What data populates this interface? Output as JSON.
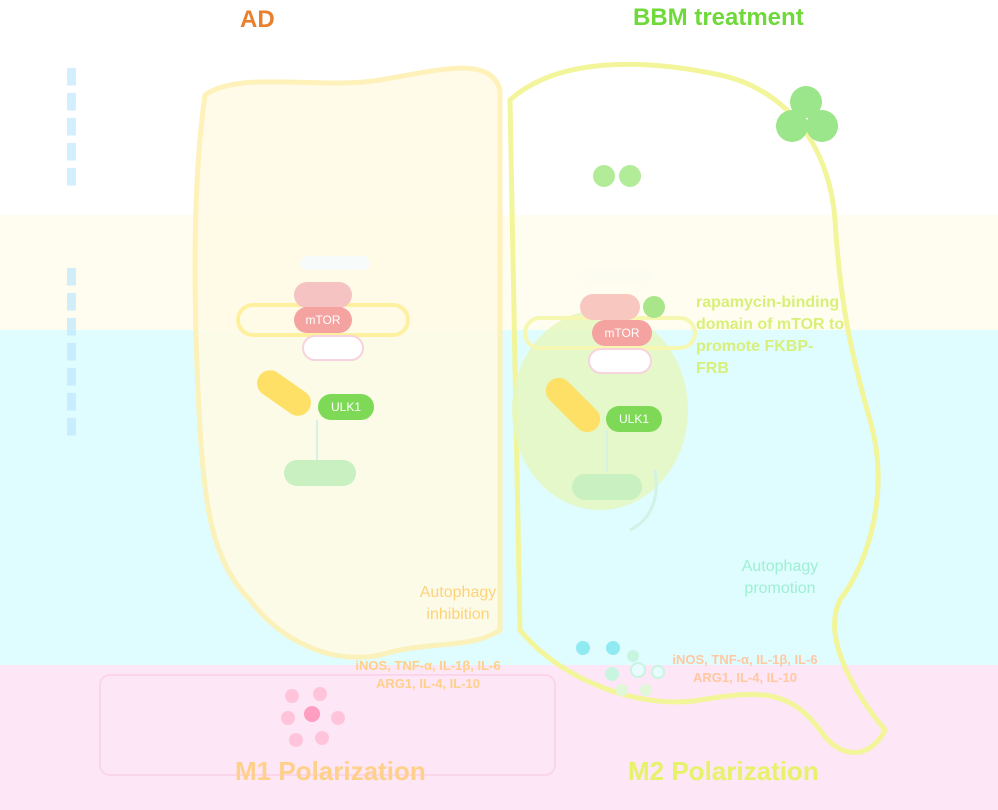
{
  "titles": {
    "left": "AD",
    "right": "BBM treatment"
  },
  "mtor_label": "mTOR",
  "ulk_label": "ULK1",
  "fkbp_description": "rapamycin-binding domain of mTOR to promote FKBP-FRB",
  "autophagy": {
    "left": "Autophagy inhibition",
    "right": "Autophagy promotion"
  },
  "markers": {
    "left_line1": "iNOS, TNF-α, IL-1β, IL-6",
    "left_line2": "ARG1, IL-4, IL-10",
    "right_line1": "iNOS, TNF-α, IL-1β, IL-6",
    "right_line2": "ARG1, IL-4, IL-10"
  },
  "polarization": {
    "left": "M1 Polarization",
    "right": "M2 Polarization"
  },
  "colors": {
    "left_title": "#e8802e",
    "right_title": "#6fd93a",
    "mtor": "#f4a3a0",
    "ulk": "#7ed957",
    "yellow": "#ffe066",
    "polar_left": "#ffd08a",
    "polar_right": "#e6f26a",
    "note_left": "#ffd27a",
    "note_right": "#9ef0d2"
  }
}
